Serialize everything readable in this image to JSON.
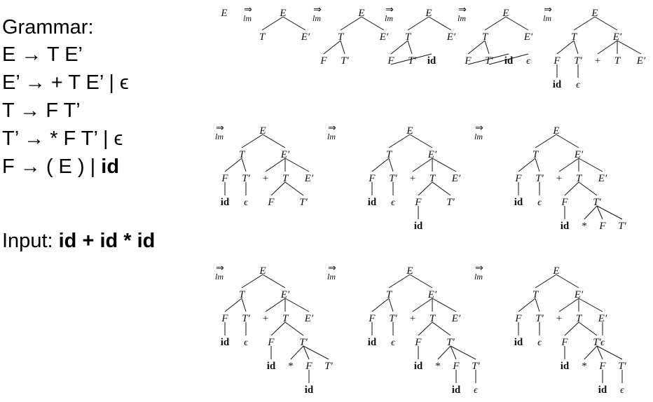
{
  "grammar": {
    "title": "Grammar:",
    "rules": [
      {
        "lhs": "E",
        "arrow": "→",
        "rhs_plain": "T E’",
        "rhs_bold": ""
      },
      {
        "lhs": "E’",
        "arrow": "→",
        "rhs_plain": "+ T E’ | ϵ",
        "rhs_bold": ""
      },
      {
        "lhs": "T",
        "arrow": "→",
        "rhs_plain": "F T’",
        "rhs_bold": ""
      },
      {
        "lhs": "T’",
        "arrow": "→",
        "rhs_plain": "* F T’ | ϵ",
        "rhs_bold": ""
      },
      {
        "lhs": "F",
        "arrow": "→",
        "rhs_plain": "( E ) | ",
        "rhs_bold": "id"
      }
    ]
  },
  "input": {
    "label": "Input: ",
    "value": "id + id * id"
  },
  "derivation": {
    "step_arrow": "⇒",
    "step_sub": "lm",
    "start_symbol": "E",
    "trees": [
      {
        "n": [
          "E",
          "T",
          "E′"
        ],
        "p": [
          -1,
          0,
          0
        ]
      },
      {
        "n": [
          "E",
          "T",
          "E′",
          "F",
          "T′"
        ],
        "p": [
          -1,
          0,
          0,
          1,
          1
        ]
      },
      {
        "n": [
          "E",
          "T",
          "E′",
          "F",
          "T′",
          "id"
        ],
        "p": [
          -1,
          0,
          0,
          1,
          1,
          3
        ]
      },
      {
        "n": [
          "E",
          "T",
          "E′",
          "F",
          "T′",
          "id",
          "ϵ"
        ],
        "p": [
          -1,
          0,
          0,
          1,
          1,
          3,
          4
        ]
      },
      {
        "n": [
          "E",
          "T",
          "E′",
          "F",
          "T′",
          "+",
          "T",
          "E′",
          "id",
          "ϵ"
        ],
        "p": [
          -1,
          0,
          0,
          1,
          1,
          2,
          2,
          2,
          3,
          4
        ]
      },
      {
        "n": [
          "E",
          "T",
          "E′",
          "F",
          "T′",
          "+",
          "T",
          "E′",
          "id",
          "ϵ",
          "F",
          "T′"
        ],
        "p": [
          -1,
          0,
          0,
          1,
          1,
          2,
          2,
          2,
          3,
          4,
          6,
          6
        ]
      },
      {
        "n": [
          "E",
          "T",
          "E′",
          "F",
          "T′",
          "+",
          "T",
          "E′",
          "id",
          "ϵ",
          "F",
          "T′",
          "id"
        ],
        "p": [
          -1,
          0,
          0,
          1,
          1,
          2,
          2,
          2,
          3,
          4,
          6,
          6,
          10
        ]
      },
      {
        "n": [
          "E",
          "T",
          "E′",
          "F",
          "T′",
          "+",
          "T",
          "E′",
          "id",
          "ϵ",
          "F",
          "T′",
          "id",
          "*",
          "F",
          "T′"
        ],
        "p": [
          -1,
          0,
          0,
          1,
          1,
          2,
          2,
          2,
          3,
          4,
          6,
          6,
          10,
          11,
          11,
          11
        ]
      },
      {
        "n": [
          "E",
          "T",
          "E′",
          "F",
          "T′",
          "+",
          "T",
          "E′",
          "id",
          "ϵ",
          "F",
          "T′",
          "id",
          "*",
          "F",
          "T′",
          "id"
        ],
        "p": [
          -1,
          0,
          0,
          1,
          1,
          2,
          2,
          2,
          3,
          4,
          6,
          6,
          10,
          11,
          11,
          11,
          14
        ]
      },
      {
        "n": [
          "E",
          "T",
          "E′",
          "F",
          "T′",
          "+",
          "T",
          "E′",
          "id",
          "ϵ",
          "F",
          "T′",
          "id",
          "*",
          "F",
          "T′",
          "id",
          "ϵ"
        ],
        "p": [
          -1,
          0,
          0,
          1,
          1,
          2,
          2,
          2,
          3,
          4,
          6,
          6,
          10,
          11,
          11,
          11,
          14,
          15
        ]
      },
      {
        "n": [
          "E",
          "T",
          "E′",
          "F",
          "T′",
          "+",
          "T",
          "E′",
          "id",
          "ϵ",
          "F",
          "T′",
          "id",
          "*",
          "F",
          "T′",
          "id",
          "ϵ",
          "ϵ"
        ],
        "p": [
          -1,
          0,
          0,
          1,
          1,
          2,
          2,
          2,
          3,
          4,
          6,
          6,
          10,
          11,
          11,
          11,
          14,
          15,
          7
        ]
      }
    ]
  }
}
